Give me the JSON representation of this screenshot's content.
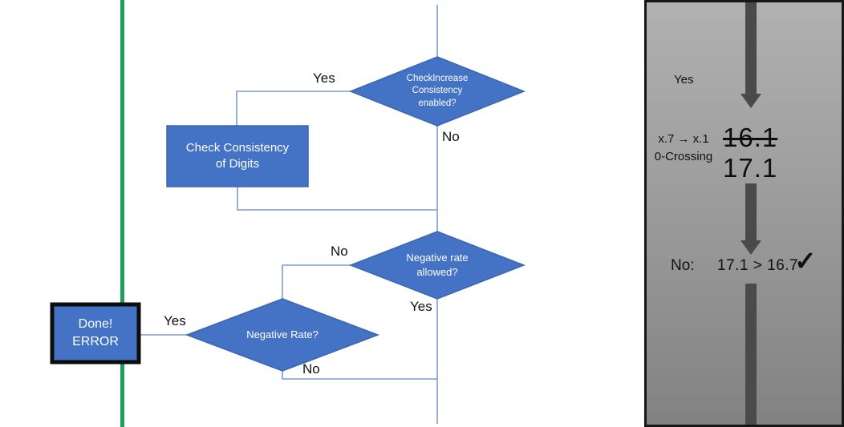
{
  "colors": {
    "shape_fill": "#4472c4",
    "shape_border": "#3b66b0",
    "connector_blue": "#7e9bd3",
    "timeline_green": "#1ca05a",
    "panel_arrow_gray": "#4a4a4a",
    "panel_bg_top": "#b1b1b1",
    "panel_bg_bottom": "#828282",
    "done_box_border": "#0d0d0d"
  },
  "flowchart": {
    "decision_check_increase": "CheckIncrease\nConsistency\nenabled?",
    "process_check_consistency": "Check Consistency\nof Digits",
    "decision_negative_rate_allowed": "Negative rate\nallowed?",
    "decision_negative_rate": "Negative Rate?",
    "terminator_done_error": "Done!\nERROR",
    "labels": {
      "check_increase_yes": "Yes",
      "check_increase_no": "No",
      "negative_allowed_no": "No",
      "negative_allowed_yes": "Yes",
      "negative_rate_yes": "Yes",
      "negative_rate_no": "No"
    }
  },
  "side_panel": {
    "branch_label": "Yes",
    "rule_line1": "x.7 → x.1",
    "rule_line2": "0-Crossing",
    "old_value": "16.1",
    "new_value": "17.1",
    "result_prefix": "No:",
    "result_comparison": "17.1 > 16.7",
    "checkmark": "✓"
  }
}
